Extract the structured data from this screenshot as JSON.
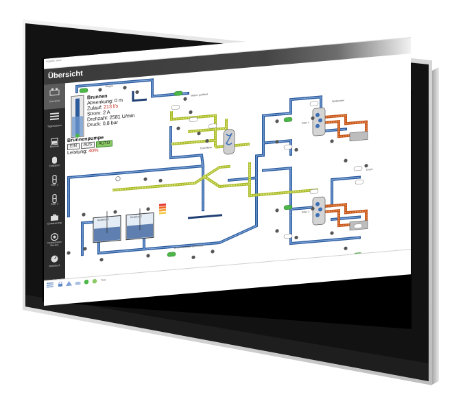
{
  "window": {
    "caption": "Aquatic view"
  },
  "header": {
    "title": "Übersicht"
  },
  "sidebar": {
    "items": [
      {
        "label": "Übersicht",
        "icon": "overview-icon",
        "active": true
      },
      {
        "label": "Tageswasser",
        "icon": "list-icon",
        "active": false
      },
      {
        "label": "Brunnen",
        "icon": "well-icon",
        "active": false
      },
      {
        "label": "Oxidation",
        "icon": "tank-icon",
        "active": false
      },
      {
        "label": "Filter 1",
        "icon": "filter-icon",
        "active": false
      },
      {
        "label": "Filter 2",
        "icon": "filter-icon",
        "active": false
      },
      {
        "label": "Entsäuerung",
        "icon": "tank-icon",
        "active": false
      },
      {
        "label": "Netzpumpen Becken",
        "icon": "pump-icon",
        "active": false
      },
      {
        "label": "Netzdruck",
        "icon": "gauge-icon",
        "active": false
      }
    ]
  },
  "brunnen": {
    "title": "Brunnen",
    "absenkung_label": "Absenkung:",
    "absenkung_value": "0 m",
    "zulauf_label": "Zulauf:",
    "zulauf_value": "213 l/s",
    "strom_label": "Strom:",
    "strom_value": "2 A",
    "drehzahl_label": "Drehzahl:",
    "drehzahl_value": "2581 U/min",
    "druck_label": "Druck:",
    "druck_value": "0,8 bar"
  },
  "brunnenpumpe": {
    "title": "Brunnenpumpe",
    "ein_label": "EIN",
    "aus_label": "AUS",
    "auto_label": "AUTO",
    "leistung_label": "Leistung:",
    "leistung_value": "40%"
  },
  "tanks": [
    {
      "label": "Reaktion 1"
    },
    {
      "label": "Reaktion 2"
    }
  ],
  "filter_labels": {
    "filter1": "Filter 1",
    "filter2": "Filter 2"
  },
  "small_labels": {
    "valve": "Klappe",
    "status": "Status: geöffnet",
    "pump": "Spülpumpe",
    "flow": "Durchfluss",
    "gauge": "Druck",
    "bottom_left": "Brunnenpumpe Durchfluss"
  },
  "level_colors": [
    "#e2332b",
    "#ee6a22",
    "#f3a33a",
    "#f6cd52"
  ],
  "colors": {
    "pipe_blue": "#3b6fb5",
    "pipe_green": "#c9d84a",
    "pipe_orange": "#db6a2a",
    "valve_green": "#4cb748",
    "titlebar": "#3c3c3c",
    "sidebar": "#2b2b2b"
  },
  "bottombar": {
    "status_text": "Test"
  }
}
